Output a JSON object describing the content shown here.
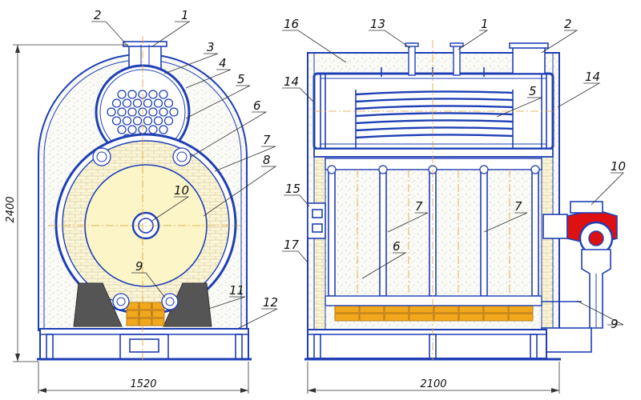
{
  "colors": {
    "outline": "#1f3fb5",
    "insulation": "#f5f5ee",
    "furnace": "#fbf5c8",
    "grate": "#f2a81c",
    "burner": "#dd1111",
    "support": "#555555"
  },
  "front_view": {
    "labels": [
      "1",
      "2",
      "3",
      "4",
      "5",
      "6",
      "7",
      "8",
      "9",
      "10",
      "11",
      "12"
    ],
    "dim_height": "2400",
    "dim_width": "1520"
  },
  "side_view": {
    "labels": [
      "16",
      "13",
      "1",
      "2",
      "14",
      "5",
      "14",
      "15",
      "7",
      "7",
      "6",
      "10",
      "17",
      "9"
    ],
    "dim_width": "2100"
  }
}
